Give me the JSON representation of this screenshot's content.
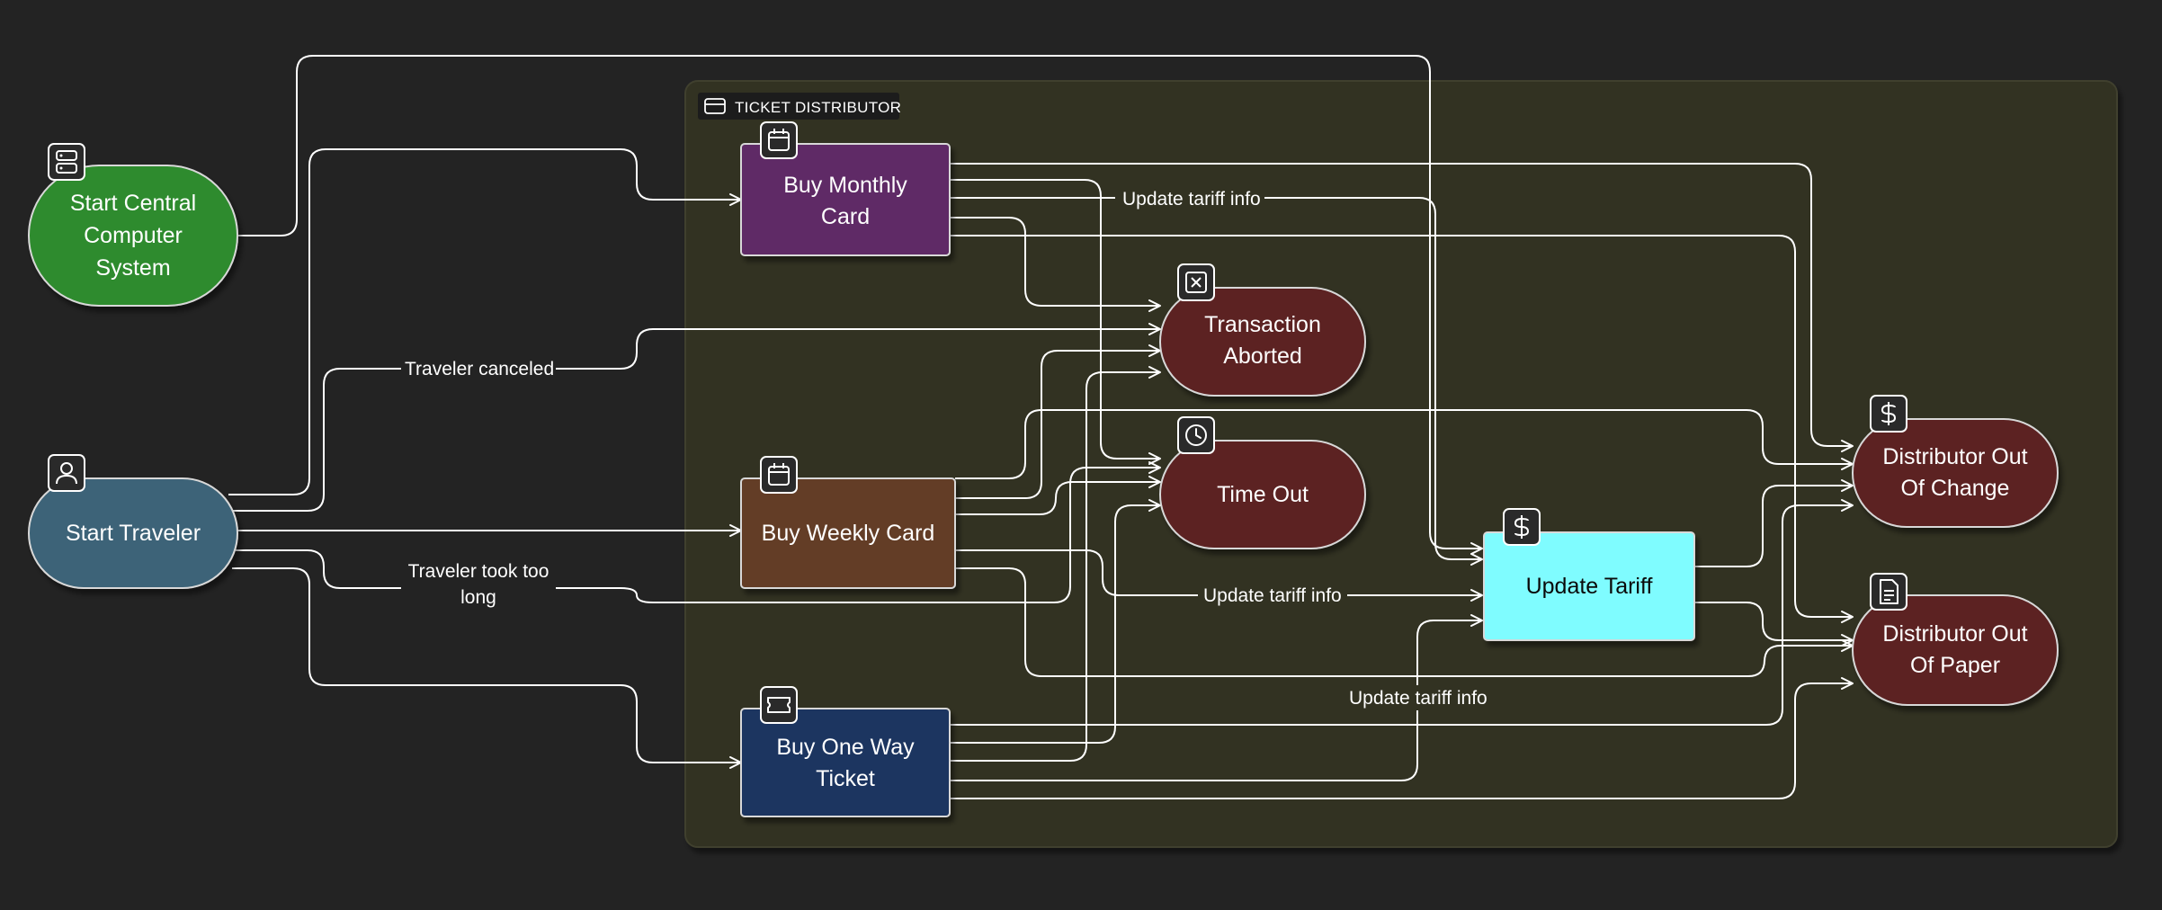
{
  "group": {
    "label": "TICKET DISTRIBUTOR",
    "icon": "card-icon",
    "fill": "#323222",
    "stroke": "#3f3f2e"
  },
  "nodes": [
    {
      "id": "start-central",
      "label": "Start Central Computer System",
      "lines": [
        "Start Central",
        "Computer",
        "System"
      ],
      "shape": "pill",
      "fill": "#2e8b2e",
      "icon": "server-icon"
    },
    {
      "id": "start-traveler",
      "label": "Start Traveler",
      "lines": [
        "Start Traveler"
      ],
      "shape": "pill",
      "fill": "#3c6478",
      "icon": "user-icon"
    },
    {
      "id": "buy-monthly",
      "label": "Buy Monthly Card",
      "lines": [
        "Buy Monthly",
        "Card"
      ],
      "shape": "rect",
      "fill": "#5e2a66",
      "icon": "calendar-icon"
    },
    {
      "id": "buy-weekly",
      "label": "Buy Weekly Card",
      "lines": [
        "Buy Weekly Card"
      ],
      "shape": "rect",
      "fill": "#633c27",
      "icon": "calendar-icon"
    },
    {
      "id": "buy-oneway",
      "label": "Buy One Way Ticket",
      "lines": [
        "Buy One Way",
        "Ticket"
      ],
      "shape": "rect",
      "fill": "#1f3660",
      "icon": "ticket-icon"
    },
    {
      "id": "transaction-aborted",
      "label": "Transaction Aborted",
      "lines": [
        "Transaction",
        "Aborted"
      ],
      "shape": "pill",
      "fill": "#5c2323",
      "icon": "close-box-icon"
    },
    {
      "id": "time-out",
      "label": "Time Out",
      "lines": [
        "Time Out"
      ],
      "shape": "pill",
      "fill": "#5c2323",
      "icon": "clock-icon"
    },
    {
      "id": "update-tariff",
      "label": "Update Tariff",
      "lines": [
        "Update Tariff"
      ],
      "shape": "rect",
      "fill": "#7ffcff",
      "text_color": "#0a0a0a",
      "icon": "dollar-icon"
    },
    {
      "id": "out-of-change",
      "label": "Distributor Out Of Change",
      "lines": [
        "Distributor Out",
        "Of Change"
      ],
      "shape": "pill",
      "fill": "#5c2323",
      "icon": "dollar-icon"
    },
    {
      "id": "out-of-paper",
      "label": "Distributor Out Of Paper",
      "lines": [
        "Distributor Out",
        "Of Paper"
      ],
      "shape": "pill",
      "fill": "#5c2323",
      "icon": "document-icon"
    }
  ],
  "edges": [
    {
      "from": "start-central",
      "to": "update-tariff"
    },
    {
      "from": "start-traveler",
      "to": "buy-monthly"
    },
    {
      "from": "start-traveler",
      "to": "transaction-aborted",
      "label": "Traveler canceled"
    },
    {
      "from": "start-traveler",
      "to": "buy-weekly"
    },
    {
      "from": "start-traveler",
      "to": "time-out",
      "label": "Traveler took too long",
      "label_lines": [
        "Traveler took too",
        "long"
      ]
    },
    {
      "from": "start-traveler",
      "to": "buy-oneway"
    },
    {
      "from": "buy-monthly",
      "to": "update-tariff",
      "label": "Update tariff info"
    },
    {
      "from": "buy-monthly",
      "to": "out-of-change"
    },
    {
      "from": "buy-monthly",
      "to": "transaction-aborted"
    },
    {
      "from": "buy-monthly",
      "to": "time-out"
    },
    {
      "from": "buy-monthly",
      "to": "out-of-paper"
    },
    {
      "from": "buy-weekly",
      "to": "transaction-aborted"
    },
    {
      "from": "buy-weekly",
      "to": "time-out"
    },
    {
      "from": "buy-weekly",
      "to": "out-of-change"
    },
    {
      "from": "buy-weekly",
      "to": "update-tariff",
      "label": "Update tariff info"
    },
    {
      "from": "buy-weekly",
      "to": "out-of-paper"
    },
    {
      "from": "buy-oneway",
      "to": "transaction-aborted"
    },
    {
      "from": "buy-oneway",
      "to": "time-out"
    },
    {
      "from": "buy-oneway",
      "to": "update-tariff",
      "label": "Update tariff info"
    },
    {
      "from": "buy-oneway",
      "to": "out-of-change"
    },
    {
      "from": "buy-oneway",
      "to": "out-of-paper"
    },
    {
      "from": "update-tariff",
      "to": "out-of-change"
    },
    {
      "from": "update-tariff",
      "to": "out-of-paper"
    }
  ]
}
